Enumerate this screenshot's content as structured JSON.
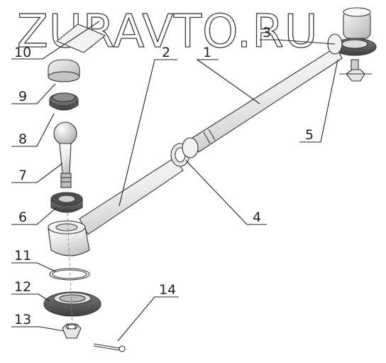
{
  "watermark": {
    "text": "ZURAVTO.RU"
  },
  "callouts": [
    {
      "id": "c1",
      "label": "1"
    },
    {
      "id": "c2",
      "label": "2"
    },
    {
      "id": "c3",
      "label": "3"
    },
    {
      "id": "c4",
      "label": "4"
    },
    {
      "id": "c5",
      "label": "5"
    },
    {
      "id": "c6",
      "label": "6"
    },
    {
      "id": "c7",
      "label": "7"
    },
    {
      "id": "c8",
      "label": "8"
    },
    {
      "id": "c9",
      "label": "9"
    },
    {
      "id": "c10",
      "label": "10"
    },
    {
      "id": "c11",
      "label": "11"
    },
    {
      "id": "c12",
      "label": "12"
    },
    {
      "id": "c13",
      "label": "13"
    },
    {
      "id": "c14",
      "label": "14"
    }
  ],
  "colors": {
    "part_fill": "#efefef",
    "part_shade": "#cfcfcf",
    "dark_shade": "#5a5a5a",
    "ink": "#222222"
  }
}
